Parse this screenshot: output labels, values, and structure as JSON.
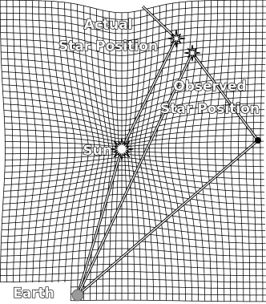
{
  "labels": {
    "actual_line1": "Actual",
    "actual_line2": "Star Position",
    "observed_line1": "Observed",
    "observed_line2": "Star Position",
    "sun": "Sun",
    "earth": "Earth"
  },
  "icons": {
    "actual_star": "starburst",
    "observed_star": "starburst",
    "sun": "starburst",
    "earth": "gray-sphere",
    "reference_point": "black-dot"
  },
  "colors": {
    "grid": "#000000",
    "background": "#ffffff",
    "earth": "#9a9a9a",
    "star": "#ffffff"
  }
}
